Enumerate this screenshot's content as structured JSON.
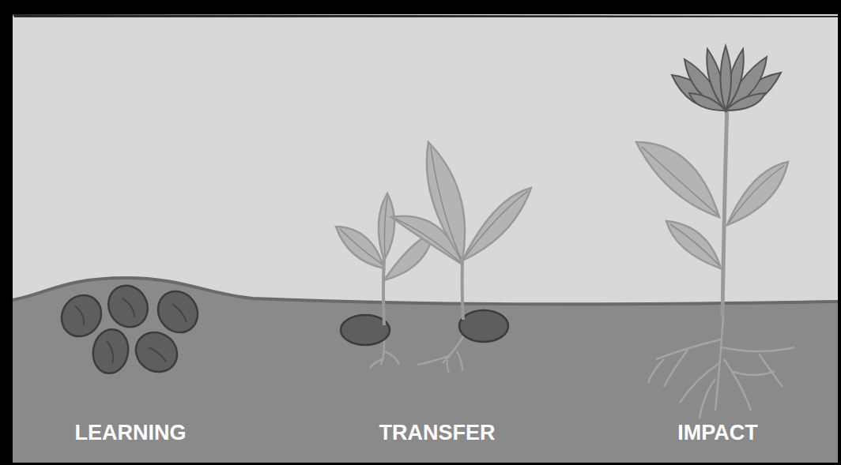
{
  "diagram": {
    "labels": [
      "LEARNING",
      "TRANSFER",
      "IMPACT"
    ]
  }
}
